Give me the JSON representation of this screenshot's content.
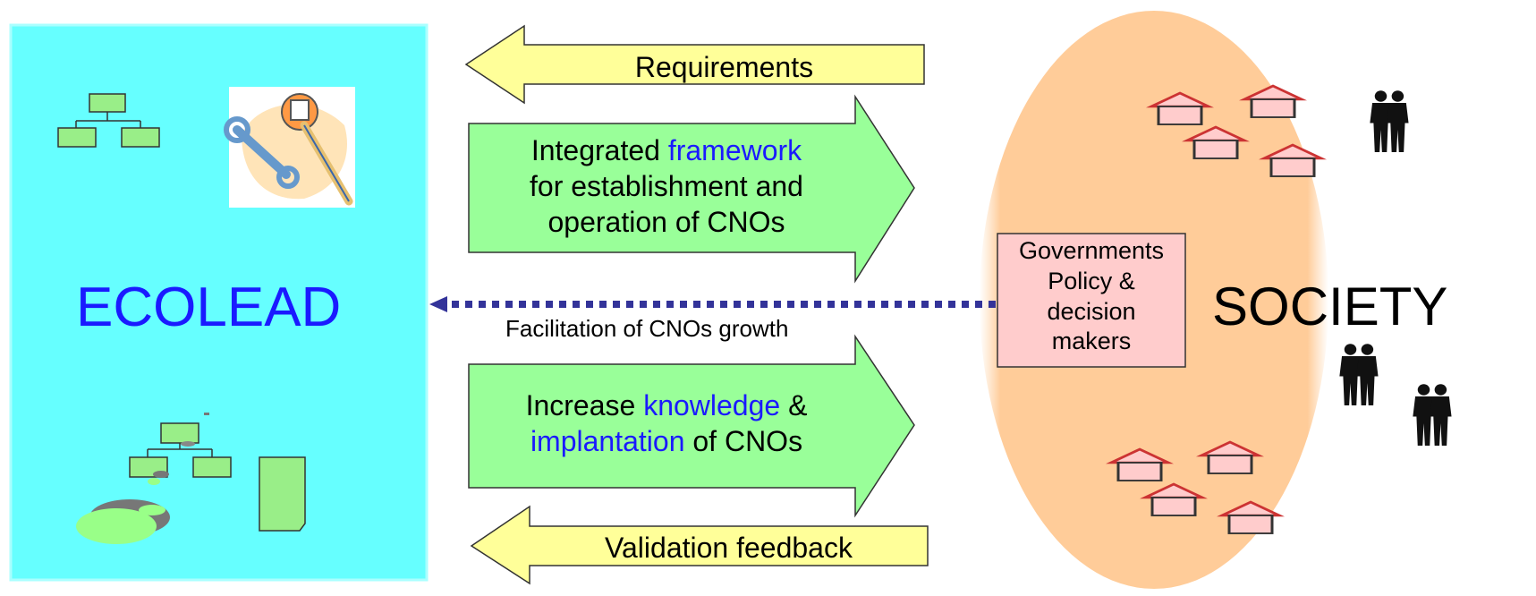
{
  "ecolead": {
    "title": "ECOLEAD"
  },
  "society": {
    "title": "SOCIETY",
    "governments": {
      "line1": "Governments",
      "line2": "Policy &",
      "line3": "decision",
      "line4": "makers"
    }
  },
  "arrows": {
    "requirements": "Requirements",
    "framework": {
      "pre": "Integrated ",
      "keyword": "framework",
      "line2": "for establishment and",
      "line3": "operation of CNOs"
    },
    "facilitation": "Facilitation of CNOs growth",
    "knowledge": {
      "pre": "Increase ",
      "keyword": "knowledge",
      "post": " &",
      "keyword2": "implantation",
      "post2": " of CNOs"
    },
    "validation": "Validation feedback"
  },
  "colors": {
    "ecolead_panel": "#66ffff",
    "society_circle": "#ffcc99",
    "green_arrow": "#99ff99",
    "yellow_arrow": "#ffff99",
    "dotted_arrow": "#333399",
    "house_fill": "#ffcccc",
    "house_stroke": "#cc3333",
    "keyword_blue": "#1a1aff"
  }
}
